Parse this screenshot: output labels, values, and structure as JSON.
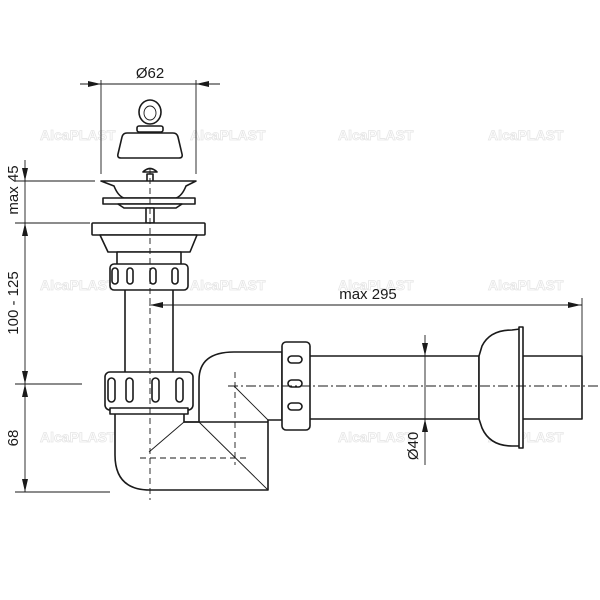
{
  "watermark": "AlcaPLAST",
  "dimensions": {
    "stopper_diameter": "Ø62",
    "max_height": "max 45",
    "height_range": "100 - 125",
    "trap_depth": "68",
    "max_length": "max 295",
    "pipe_diameter": "Ø40"
  },
  "colors": {
    "line": "#1a1a1a",
    "watermark": "#e6e6e6"
  }
}
